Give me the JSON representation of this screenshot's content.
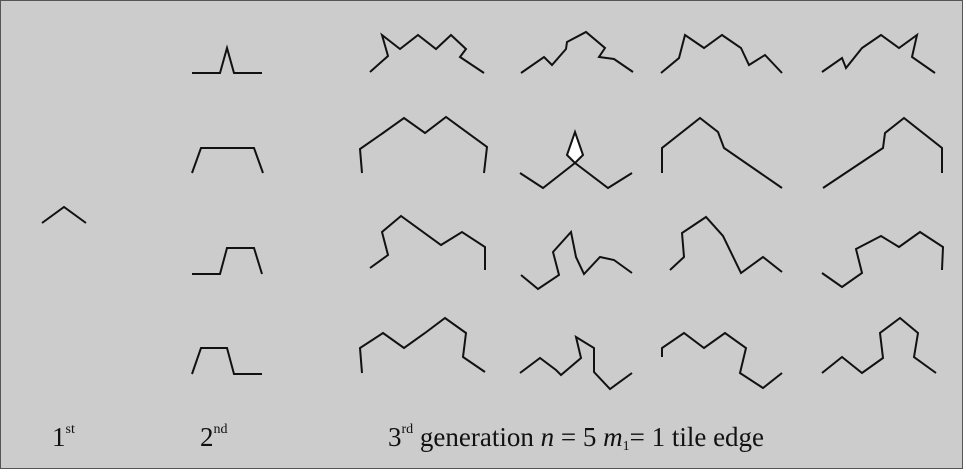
{
  "labels": {
    "first": {
      "number": "1",
      "suffix": "st"
    },
    "second": {
      "number": "2",
      "suffix": "nd"
    },
    "third": {
      "number": "3",
      "suffix": "rd",
      "word": " generation ",
      "n_var": "n",
      "n_eq": " = 5 ",
      "m_var": "m",
      "m_sub": "1",
      "m_eq": "= 1 tile edge"
    }
  },
  "colors": {
    "background": "#cccccc",
    "stroke": "#111111",
    "fill_white": "#ffffff"
  }
}
